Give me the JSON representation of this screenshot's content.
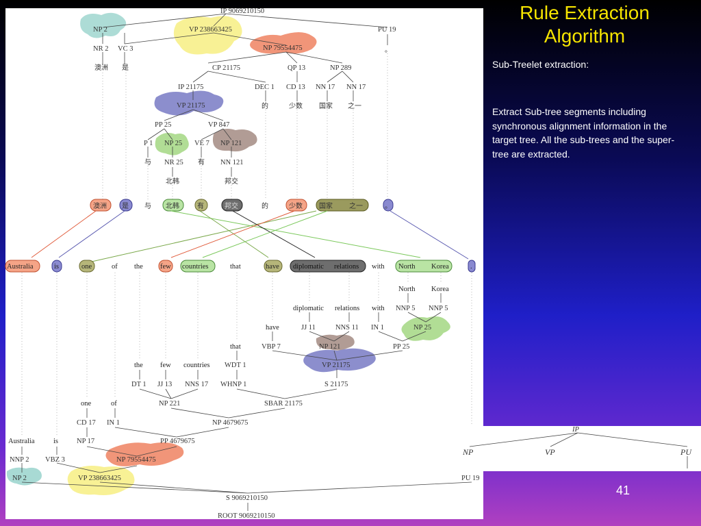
{
  "slide": {
    "title_line1": "Rule Extraction",
    "title_line2": "Algorithm",
    "subtitle": "Sub-Treelet extraction:",
    "body": "Extract Sub-tree segments including synchronous alignment information in the target tree. All the sub-trees and the super-tree are extracted.",
    "page_number": "41"
  },
  "colors": {
    "teal": "#9fd6cf",
    "yellow": "#f7f08a",
    "salmon": "#f08a6a",
    "indigo": "#7f82c8",
    "green": "#a8d98a",
    "brown": "#a8918a",
    "olive": "#9a9a5e",
    "gray_dark": "#6e6e6e"
  },
  "source_tree": {
    "root": "IP 9069210150",
    "np2": "NP 2",
    "vp": "VP 238663425",
    "pu19": "PU 19",
    "np795": "NP 79554475",
    "nr2": "NR 2",
    "vc3": "VC 3",
    "w_aozhou": "澳洲",
    "w_shi": "是",
    "cp": "CP 21175",
    "qp13": "QP 13",
    "np289": "NP 289",
    "ip21175": "IP 21175",
    "dec1": "DEC 1",
    "cd13": "CD 13",
    "nn17a": "NN 17",
    "nn17b": "NN 17",
    "w_de": "的",
    "w_shaoshu": "少数",
    "w_guojia": "国家",
    "w_zhiyi": "之一",
    "vp21175": "VP 21175",
    "pp25": "PP 25",
    "vp847": "VP 847",
    "p1": "P 1",
    "np25": "NP 25",
    "ve7": "VE 7",
    "np121": "NP 121",
    "w_yu": "与",
    "nr25": "NR 25",
    "w_you": "有",
    "nn121": "NN 121",
    "w_beihan": "北韩",
    "w_bangjiao": "邦交",
    "w_period": "。"
  },
  "alignment_row_source": [
    "澳洲",
    "是",
    "与",
    "北韩",
    "有",
    "邦交",
    "的",
    "少数",
    "国家",
    "之一",
    "。"
  ],
  "alignment_row_target": [
    "Australia",
    "is",
    "one",
    "of",
    "the",
    "few",
    "countries",
    "that",
    "have",
    "diplomatic",
    "relations",
    "with",
    "North",
    "Korea",
    "."
  ],
  "target_tree": {
    "w_north": "North",
    "w_korea": "Korea",
    "nnp5a": "NNP 5",
    "nnp5b": "NNP 5",
    "w_diplomatic": "diplomatic",
    "w_relations": "relations",
    "w_with": "with",
    "jj11": "JJ 11",
    "nns11": "NNS 11",
    "in1a": "IN 1",
    "np25": "NP 25",
    "w_have": "have",
    "vbp7": "VBP 7",
    "np121": "NP 121",
    "pp25": "PP 25",
    "w_that": "that",
    "wdt1": "WDT 1",
    "vp21175": "VP 21175",
    "w_the": "the",
    "w_few": "few",
    "w_countries": "countries",
    "dt1": "DT 1",
    "jj13": "JJ 13",
    "nns17": "NNS 17",
    "whnp1": "WHNP 1",
    "s21175": "S 21175",
    "np221": "NP 221",
    "sbar": "SBAR 21175",
    "w_one": "one",
    "w_of": "of",
    "cd17": "CD 17",
    "in1b": "IN 1",
    "np4679675": "NP 4679675",
    "w_australia": "Australia",
    "w_is": "is",
    "np17": "NP 17",
    "pp4679675": "PP 4679675",
    "nnp2": "NNP 2",
    "vbz3": "VBZ 3",
    "np795": "NP 79554475",
    "np2": "NP 2",
    "vp": "VP 238663425",
    "pu19": "PU 19",
    "s": "S 9069210150",
    "root": "ROOT 9069210150"
  },
  "inset_tree": {
    "ip": "IP",
    "np": "NP",
    "vp": "VP",
    "pu": "PU"
  }
}
